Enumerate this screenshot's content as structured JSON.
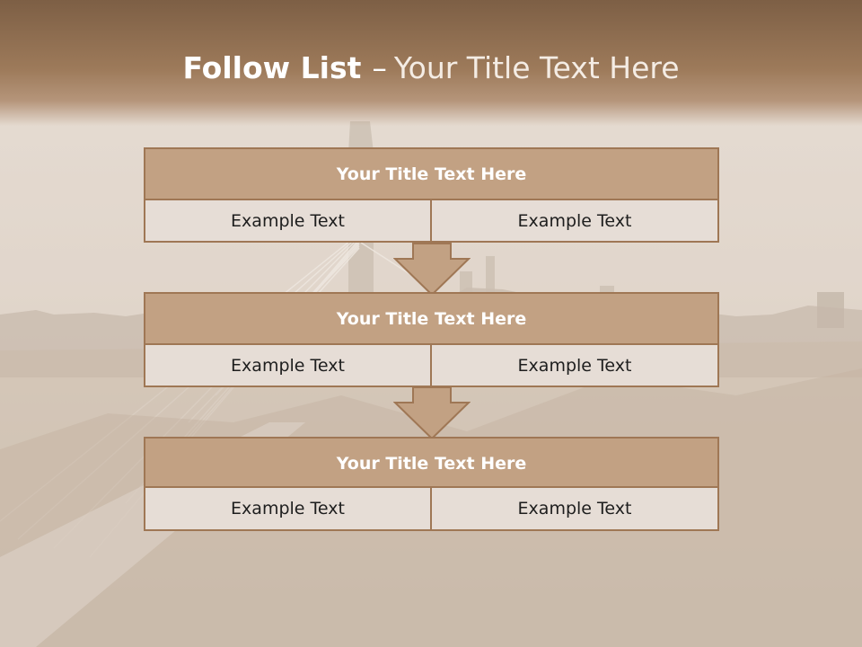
{
  "slide": {
    "title_strong": "Follow List",
    "title_separator": "–",
    "title_rest": "Your Title Text Here"
  },
  "blocks": [
    {
      "title": "Your Title Text Here",
      "cells": [
        "Example Text",
        "Example Text"
      ]
    },
    {
      "title": "Your Title Text Here",
      "cells": [
        "Example Text",
        "Example Text"
      ]
    },
    {
      "title": "Your Title Text Here",
      "cells": [
        "Example Text",
        "Example Text"
      ]
    }
  ],
  "colors": {
    "header_band": "#8a6a4e",
    "block_header": "#c2a183",
    "block_border": "#9f7755",
    "cell_background": "#e6ddd6",
    "arrow_fill": "#c2a183"
  }
}
